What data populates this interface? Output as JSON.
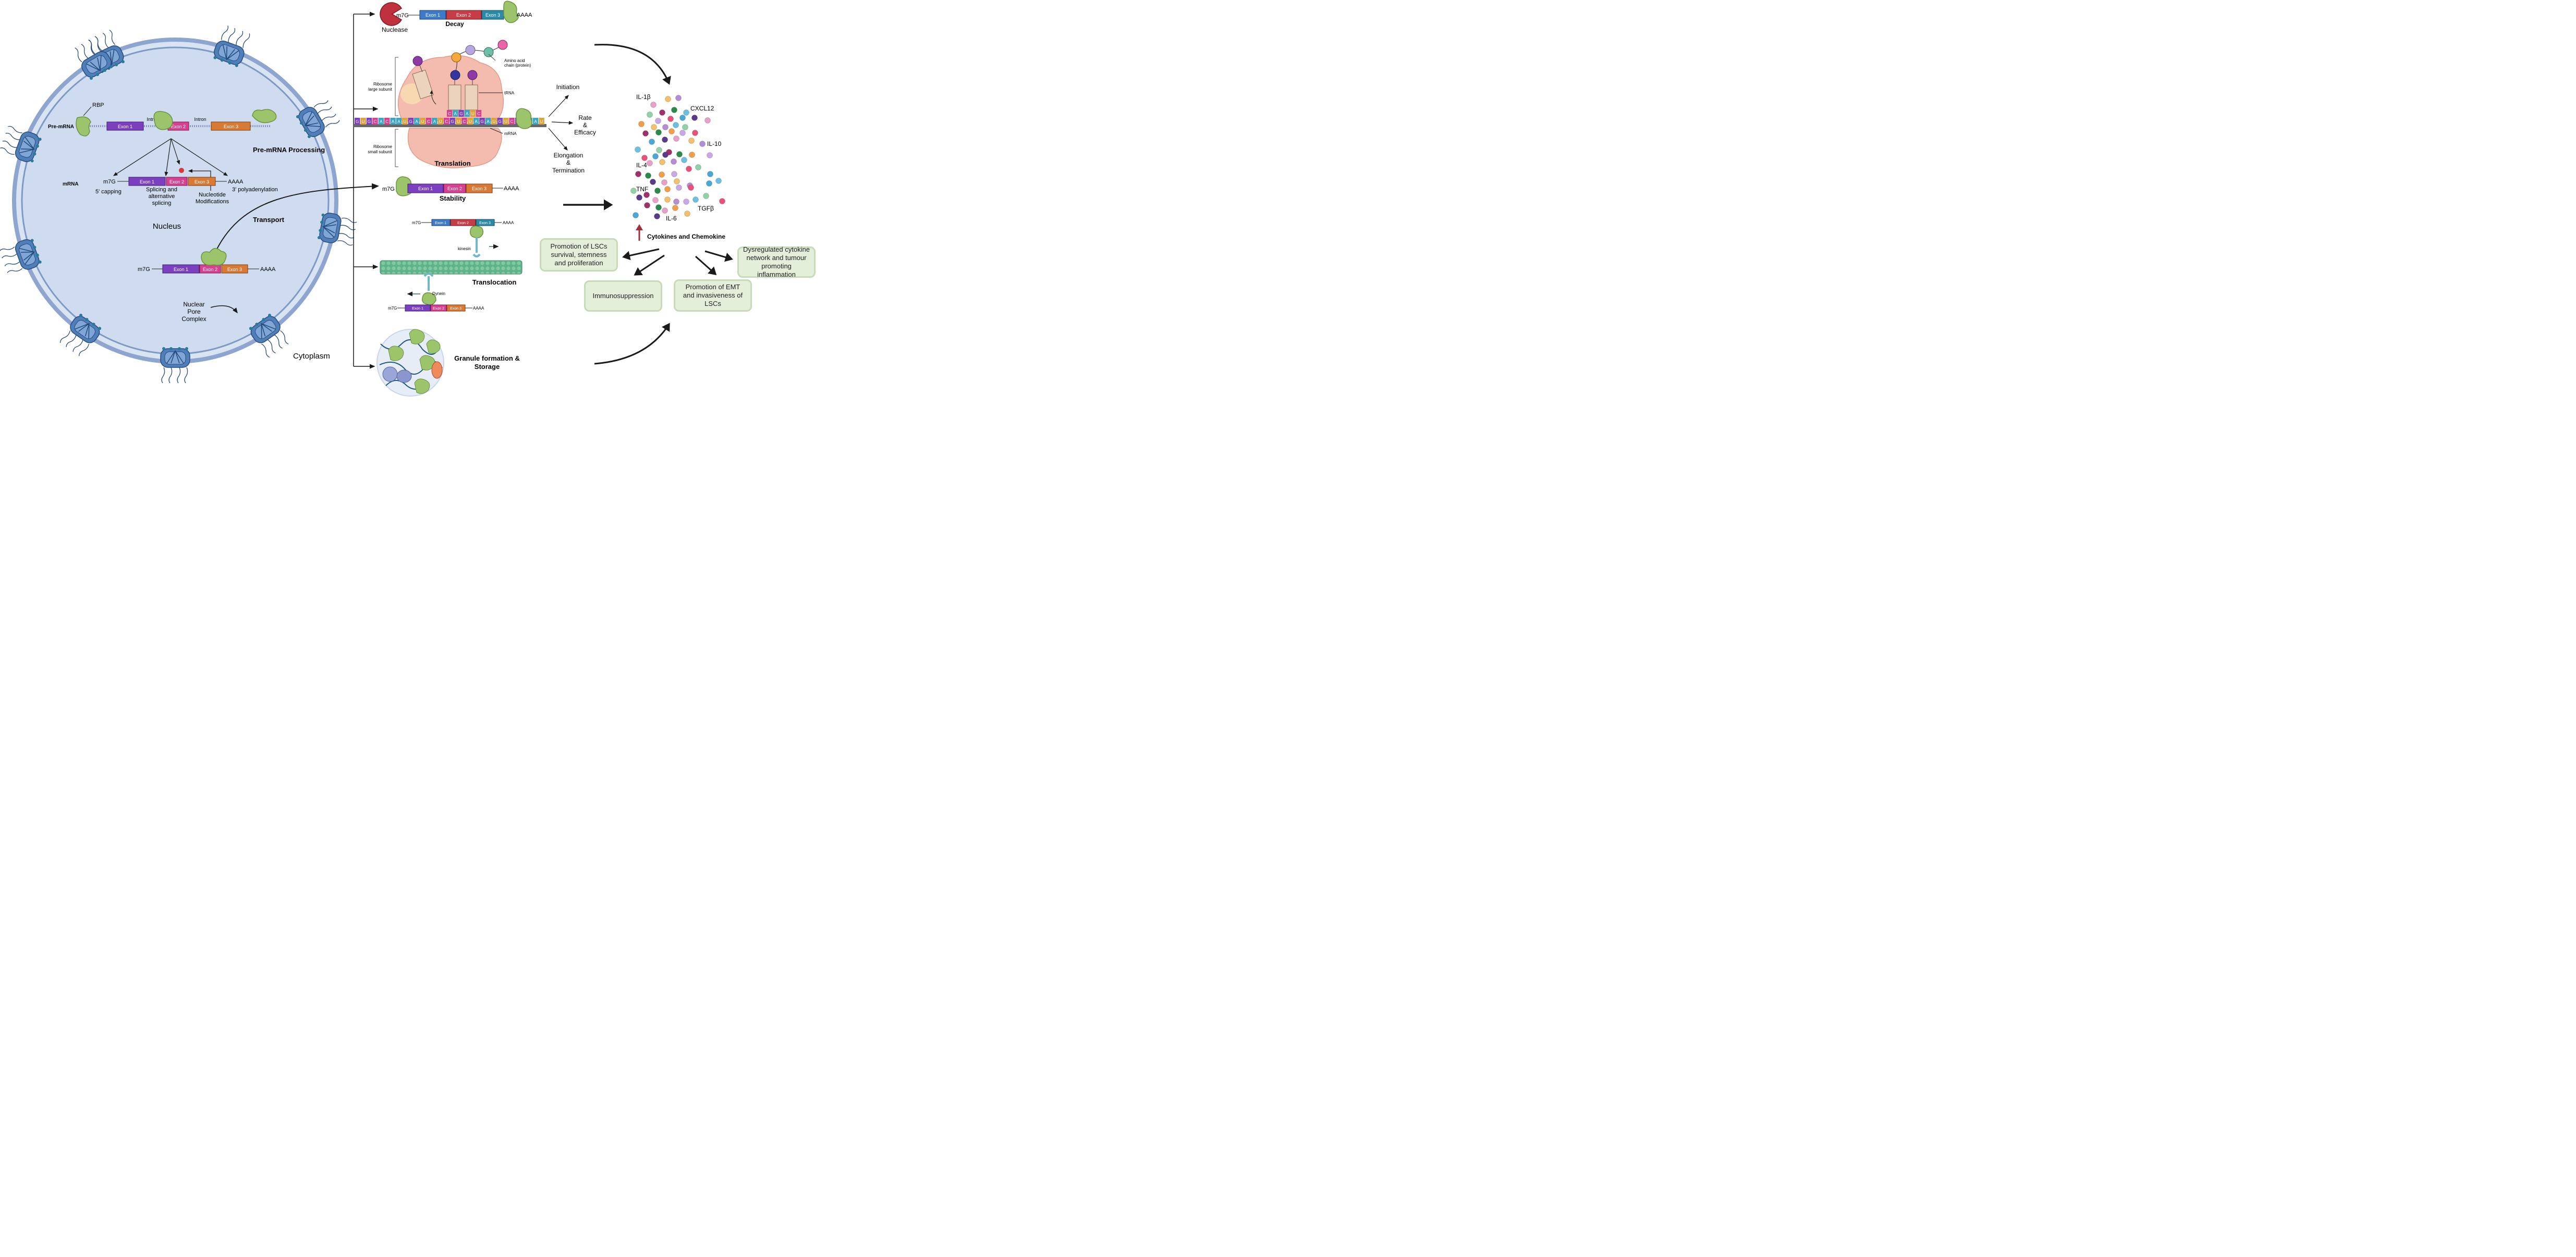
{
  "colors": {
    "nucleus_fill": "#cfdcf0",
    "nucleus_border": "#7f99c7",
    "exon1": "#7b3fbf",
    "exon2": "#d8418f",
    "exon3": "#d97a34",
    "exon1_blue": "#3d7ac7",
    "exon2_red": "#c73c46",
    "exon3_teal": "#2a8aa8",
    "rbp_green": "#9cc46b",
    "box_fill": "#e4efd9",
    "box_border": "#c8dbb8",
    "arrow_dark": "#1a1a1a",
    "arrow_red": "#a0313a",
    "microtubule": "#5fb38a",
    "ribosome": "#f2b6a8",
    "nuclease_red": "#c0313e"
  },
  "nucleus": {
    "rbp_label": "RBP",
    "pre_mrna_label": "Pre-mRNA",
    "intron1": "Intron",
    "intron2": "Intron",
    "exon1": "Exon 1",
    "exon2": "Exon 2",
    "exon3": "Exon 3",
    "processing_title": "Pre-mRNA Processing",
    "mrna_label": "mRNA",
    "m7g": "m7G",
    "aaaa": "AAAA",
    "capping": "5' capping",
    "splicing_l1": "Splicing and",
    "splicing_l2": "alternative",
    "splicing_l3": "splicing",
    "nucleotide_l1": "Nucleotide",
    "nucleotide_l2": "Modifications",
    "polyadenylation": "3' polyadenylation",
    "transport": "Transport",
    "nucleus_label": "Nucleus",
    "npc_l1": "Nuclear",
    "npc_l2": "Pore",
    "npc_l3": "Complex",
    "cytoplasm": "Cytoplasm"
  },
  "decay": {
    "nuclease": "Nuclease",
    "m7g": "m7G",
    "exon1": "Exon 1",
    "exon2": "Exon 2",
    "exon3": "Exon 3",
    "aaaa": "AAAA",
    "title": "Decay"
  },
  "translation": {
    "amino_l1": "Amino acid",
    "amino_l2": "chain (protein)",
    "large_l1": "Ribosome",
    "large_l2": "large subunit",
    "small_l1": "Ribosome",
    "small_l2": "small subunit",
    "trna": "tRNA",
    "mrna": "mRNA",
    "title": "Translation",
    "codons": [
      "G",
      "U",
      "G",
      "C",
      "A",
      "C",
      "A",
      "A",
      "U",
      "G",
      "A",
      "U",
      "C",
      "A",
      "U",
      "C",
      "G",
      "U",
      "C",
      "U",
      "A",
      "G",
      "A",
      "U",
      "G",
      "U",
      "C",
      "G",
      "G",
      "A",
      "A",
      "U"
    ],
    "anticodons": [
      "C",
      "A",
      "G",
      "A",
      "U",
      "C"
    ],
    "initiation": "Initiation",
    "rate_l1": "Rate",
    "rate_l2": "&",
    "rate_l3": "Efficacy",
    "elong_l1": "Elongation",
    "elong_l2": "&",
    "elong_l3": "Termination"
  },
  "stability": {
    "m7g": "m7G",
    "exon1": "Exon 1",
    "exon2": "Exon 2",
    "exon3": "Exon 3",
    "aaaa": "AAAA",
    "title": "Stability"
  },
  "translocation": {
    "m7g": "m7G",
    "exon1": "Exon 1",
    "exon2": "Exon 2",
    "exon3": "Exon 3",
    "aaaa": "AAAA",
    "kinesin": "kinesin",
    "dynein": "Dynein",
    "title": "Translocation"
  },
  "granule": {
    "title_l1": "Granule formation &",
    "title_l2": "Storage"
  },
  "cytokines": {
    "il1b": "IL-1β",
    "cxcl12": "CXCL12",
    "il10": "IL-10",
    "il4": "IL-4",
    "tnf": "TNF",
    "tgfb": "TGFβ",
    "il6": "IL-6",
    "title": "Cytokines and Chemokine"
  },
  "outcomes": {
    "lsc_survival": "Promotion of LSCs survival, stemness and proliferation",
    "immunosuppression": "Immunosuppression",
    "emt": "Promotion of EMT and invasiveness of LSCs",
    "dysregulated": "Dysregulated cytokine network and tumour promoting inflammation"
  }
}
